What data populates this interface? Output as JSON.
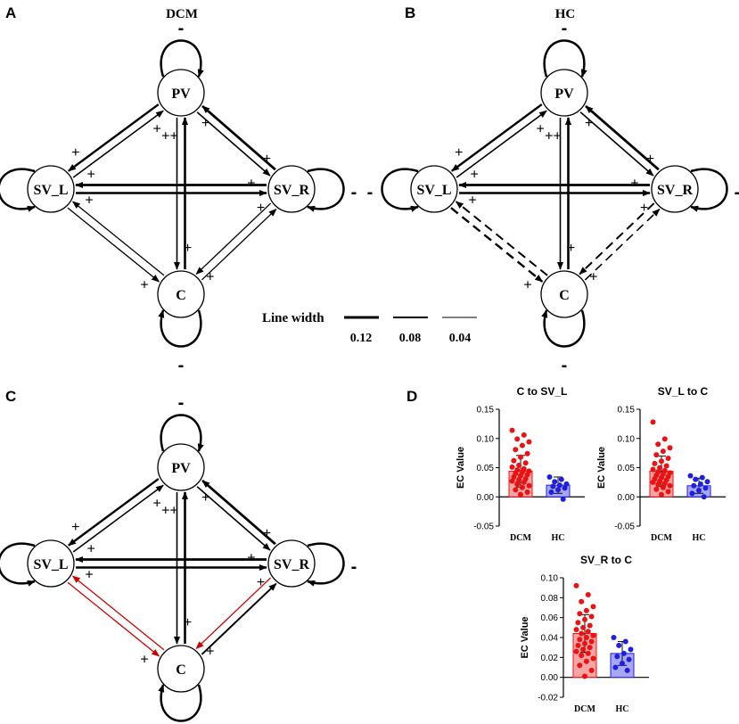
{
  "panels": {
    "A": {
      "letter": "A",
      "title": "DCM"
    },
    "B": {
      "letter": "B",
      "title": "HC"
    },
    "C": {
      "letter": "C",
      "title": ""
    },
    "D": {
      "letter": "D"
    }
  },
  "node_labels": {
    "pv": "PV",
    "svl": "SV_L",
    "svr": "SV_R",
    "c": "C"
  },
  "legend": {
    "title": "Line width",
    "items": [
      {
        "label": "0.12",
        "weight": 0.12
      },
      {
        "label": "0.08",
        "weight": 0.08
      },
      {
        "label": "0.04",
        "weight": 0.04
      }
    ]
  },
  "colors": {
    "ink": "#000000",
    "highlight": "#cc0000",
    "dcm_bar": "#f4a6a6",
    "dcm_dot": "#ee1111",
    "hc_bar": "#a7a7f3",
    "hc_dot": "#1f1fe0"
  },
  "edge_signs": {
    "pv_to_svl": "+",
    "svl_to_pv": "+",
    "pv_to_svr": "+",
    "svr_to_pv": "+",
    "pv_to_c": "+",
    "c_to_pv": "++",
    "svl_to_svr": "+",
    "svr_to_svl": "+",
    "svl_to_c": "+",
    "c_to_svl": "+",
    "svr_to_c": "+",
    "c_to_svr": "+",
    "self_pv": "-",
    "self_svl": "-",
    "self_svr": "-",
    "self_c": "-"
  },
  "chart_data": [
    {
      "type": "bar",
      "title": "C to SV_L",
      "ylabel": "EC Value",
      "categories": [
        "DCM",
        "HC"
      ],
      "values": [
        0.044,
        0.02
      ],
      "error": [
        0.027,
        0.014
      ],
      "ylim": [
        -0.05,
        0.15
      ],
      "yticks": [
        "0.15",
        "0.10",
        "0.05",
        "0.00",
        "-0.05"
      ],
      "points": [
        [
          0.114,
          0.106,
          0.099,
          0.094,
          0.088,
          0.081,
          0.074,
          0.068,
          0.062,
          0.058,
          0.054,
          0.051,
          0.048,
          0.046,
          0.044,
          0.042,
          0.04,
          0.038,
          0.036,
          0.034,
          0.031,
          0.029,
          0.027,
          0.025,
          0.022,
          0.019,
          0.016,
          0.012,
          0.008,
          0.004
        ],
        [
          0.034,
          0.03,
          0.026,
          0.022,
          0.02,
          0.018,
          0.015,
          0.012,
          0.008,
          -0.004
        ]
      ]
    },
    {
      "type": "bar",
      "title": "SV_L to C",
      "ylabel": "EC Value",
      "categories": [
        "DCM",
        "HC"
      ],
      "values": [
        0.044,
        0.019
      ],
      "error": [
        0.026,
        0.013
      ],
      "ylim": [
        -0.05,
        0.15
      ],
      "yticks": [
        "0.15",
        "0.10",
        "0.05",
        "0.00",
        "-0.05"
      ],
      "points": [
        [
          0.128,
          0.099,
          0.09,
          0.084,
          0.078,
          0.072,
          0.066,
          0.061,
          0.057,
          0.053,
          0.05,
          0.047,
          0.045,
          0.043,
          0.041,
          0.039,
          0.037,
          0.035,
          0.033,
          0.031,
          0.029,
          0.027,
          0.025,
          0.023,
          0.021,
          0.019,
          0.016,
          0.013,
          0.009,
          0.004
        ],
        [
          0.036,
          0.033,
          0.03,
          0.026,
          0.022,
          0.019,
          0.015,
          0.011,
          0.006,
          0.0
        ]
      ]
    },
    {
      "type": "bar",
      "title": "SV_R to C",
      "ylabel": "EC Value",
      "categories": [
        "DCM",
        "HC"
      ],
      "values": [
        0.044,
        0.024
      ],
      "error": [
        0.019,
        0.012
      ],
      "ylim": [
        -0.02,
        0.1
      ],
      "yticks": [
        "0.10",
        "0.08",
        "0.06",
        "0.04",
        "0.02",
        "0.00",
        "-0.02"
      ],
      "points": [
        [
          0.092,
          0.083,
          0.076,
          0.071,
          0.067,
          0.064,
          0.061,
          0.058,
          0.055,
          0.052,
          0.05,
          0.048,
          0.046,
          0.044,
          0.042,
          0.04,
          0.038,
          0.036,
          0.034,
          0.032,
          0.03,
          0.028,
          0.026,
          0.024,
          0.022,
          0.019,
          0.016,
          0.012,
          0.007,
          0.001
        ],
        [
          0.04,
          0.036,
          0.032,
          0.028,
          0.024,
          0.021,
          0.018,
          0.014,
          0.01,
          0.007
        ]
      ]
    }
  ]
}
